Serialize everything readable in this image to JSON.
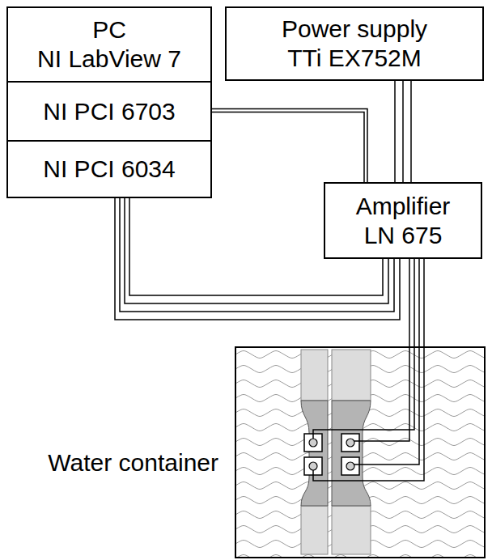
{
  "diagram": {
    "nodes": [
      {
        "text": [
          "PC",
          "NI LabView 7"
        ]
      },
      {
        "text": [
          "NI PCI 6703"
        ],
        "in": 0
      },
      {
        "text": [
          "NI PCI 6034"
        ],
        "in": 0
      },
      {
        "text": [
          "Power supply",
          "TTi EX752M"
        ]
      },
      {
        "text": [
          "Amplifier",
          "LN 675"
        ]
      },
      {
        "text": [
          "Water container"
        ]
      }
    ],
    "edges": [
      {
        "from": 1,
        "to": 4,
        "arrow": "none"
      },
      {
        "from": 3,
        "to": 4,
        "arrow": "none"
      },
      {
        "from": 2,
        "to": 4,
        "arrow": "none"
      },
      {
        "from": 4,
        "to": 5,
        "arrow": "none"
      }
    ]
  }
}
